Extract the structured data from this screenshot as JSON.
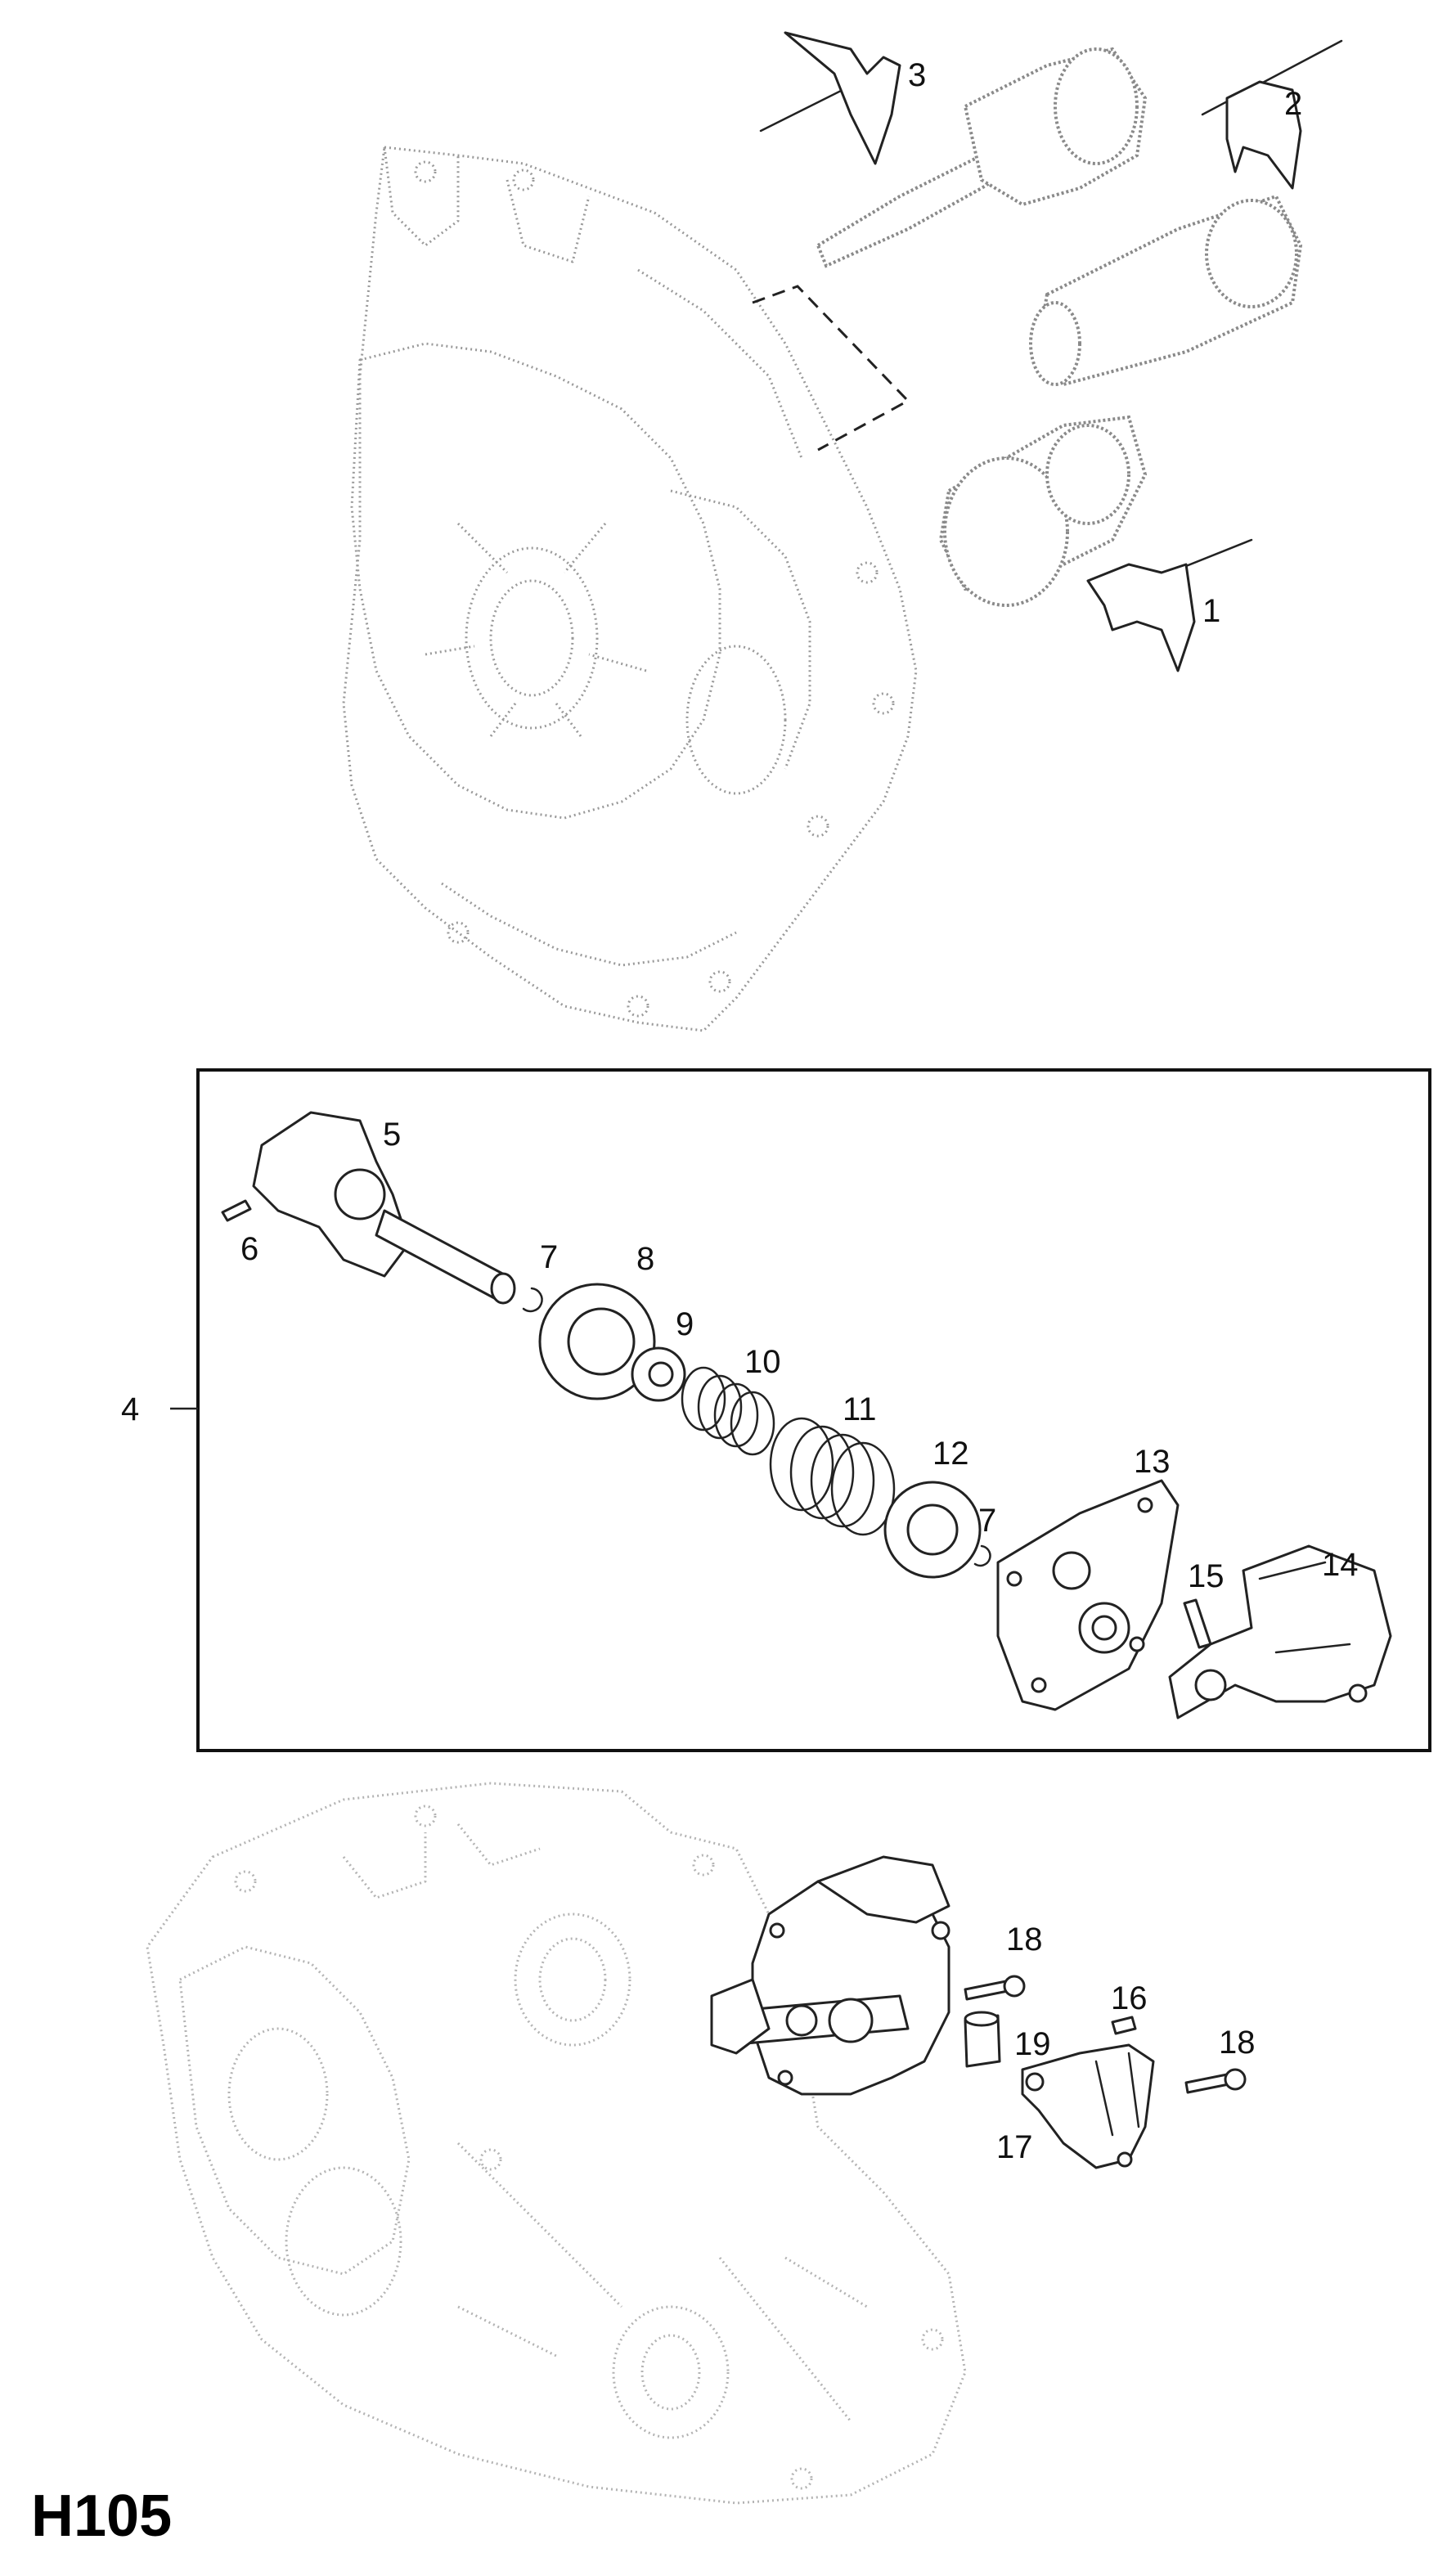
{
  "diagram_code": "H105",
  "callouts": {
    "c1": "1",
    "c2": "2",
    "c3": "3",
    "c4": "4",
    "c5": "5",
    "c6": "6",
    "c7a": "7",
    "c7b": "7",
    "c8": "8",
    "c9": "9",
    "c10": "10",
    "c11": "11",
    "c12": "12",
    "c13": "13",
    "c14": "14",
    "c15": "15",
    "c16": "16",
    "c17": "17",
    "c18a": "18",
    "c18b": "18",
    "c19": "19"
  },
  "colors": {
    "line": "#222222",
    "ghost_line": "#9a9a9a",
    "background": "#ffffff"
  }
}
